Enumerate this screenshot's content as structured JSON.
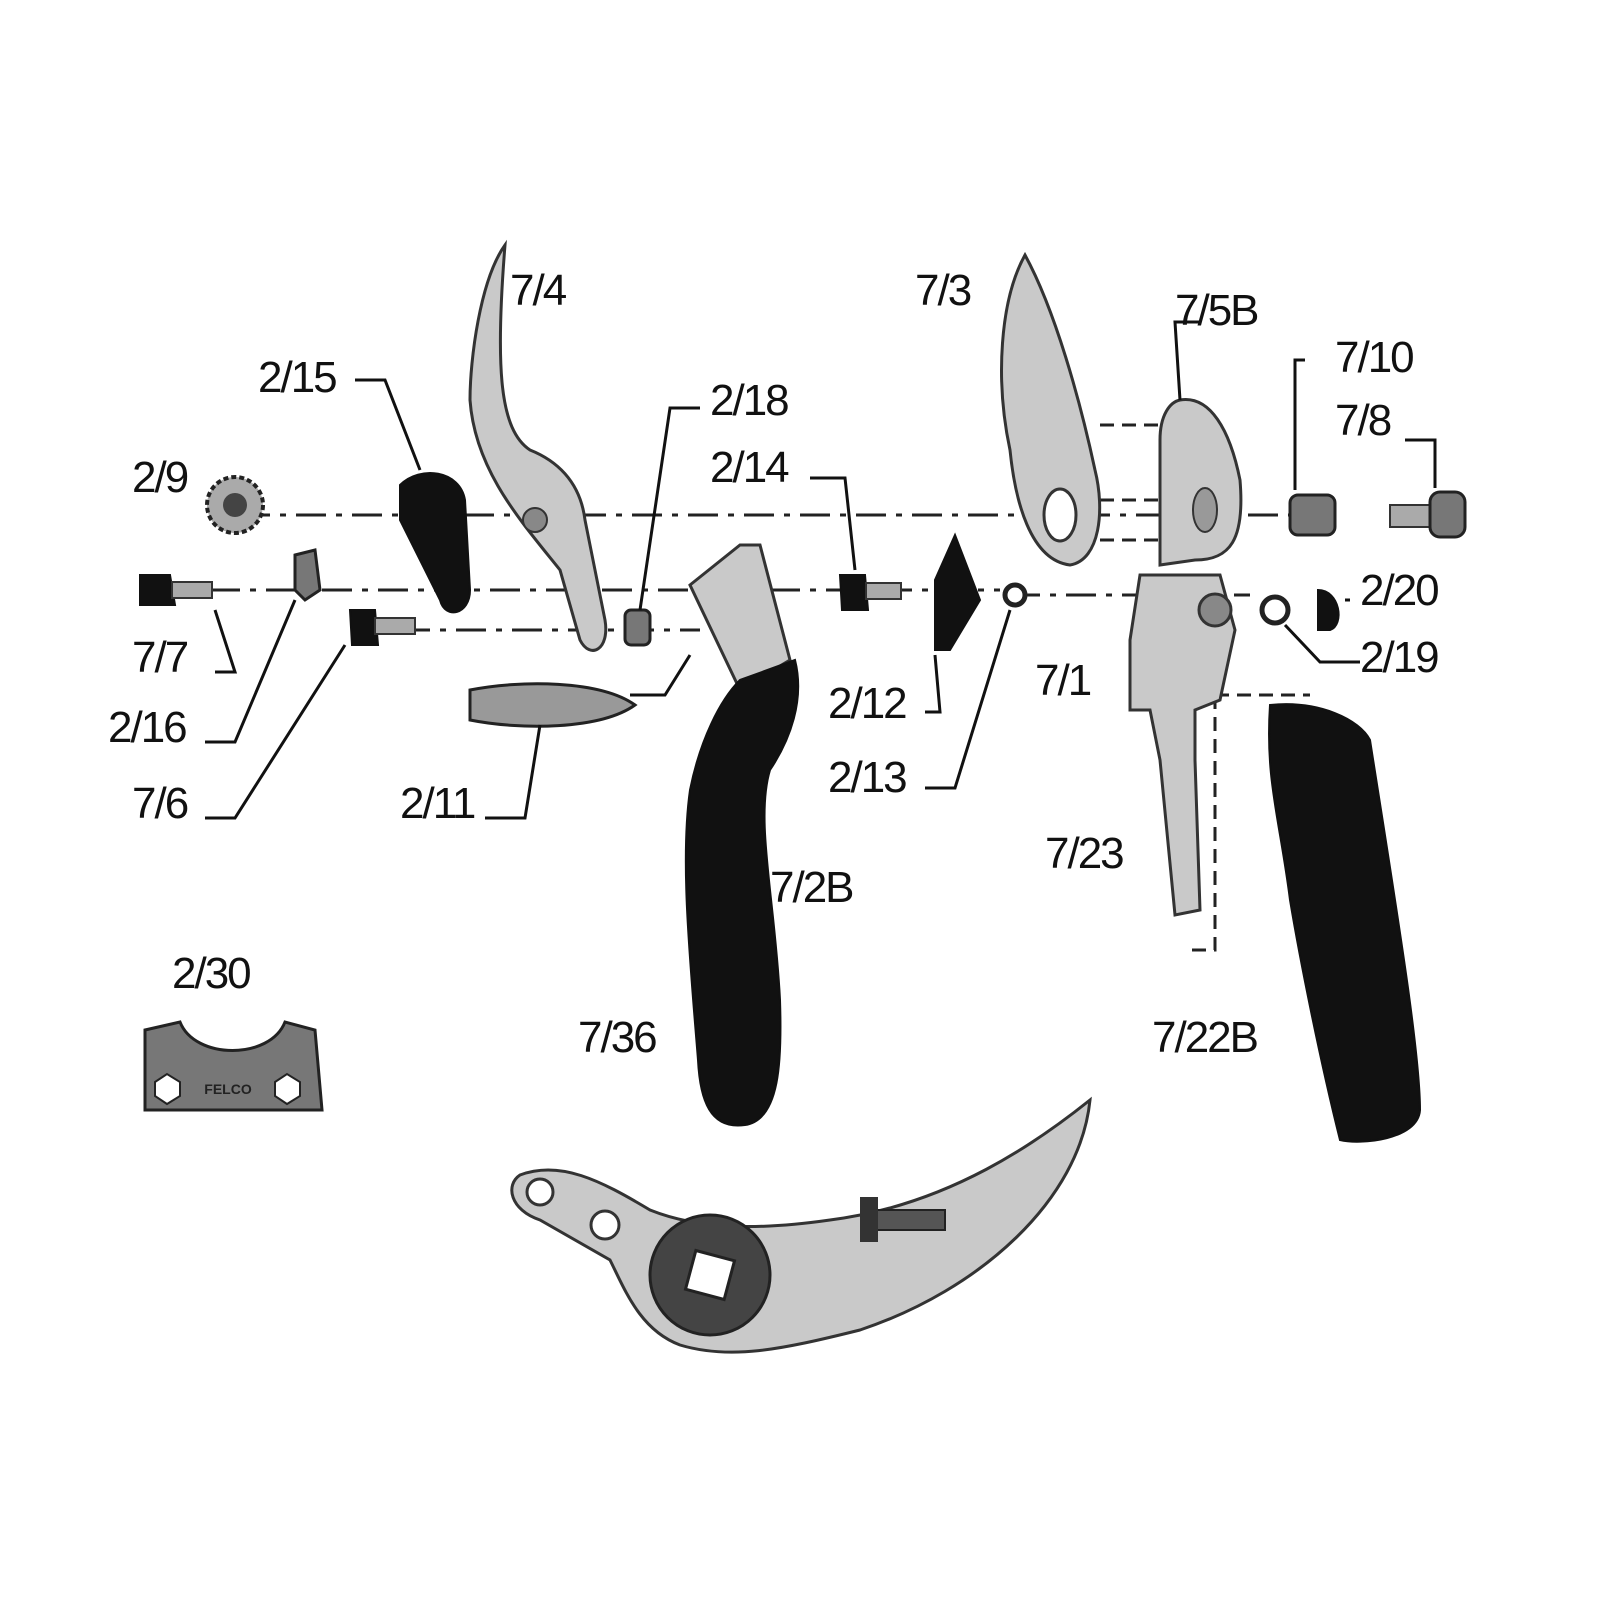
{
  "labels": [
    "7/4",
    "7/3",
    "7/5B",
    "7/10",
    "7/8",
    "2/15",
    "2/18",
    "2/14",
    "2/9",
    "2/20",
    "2/19",
    "7/7",
    "2/16",
    "7/6",
    "2/11",
    "2/12",
    "2/13",
    "7/1",
    "7/23",
    "7/2B",
    "7/36",
    "7/22B",
    "2/30"
  ],
  "logo_text": "FELCO",
  "colors": {
    "ink": "#111111",
    "metal": "#c9c9c9",
    "handle": "#111111"
  }
}
